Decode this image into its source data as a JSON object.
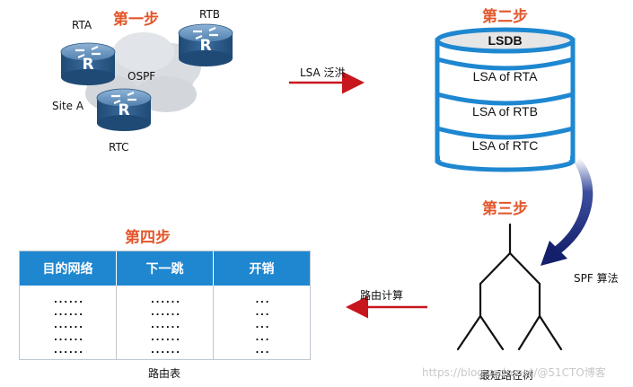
{
  "steps": {
    "step1": "第一步",
    "step2": "第二步",
    "step3": "第三步",
    "step4": "第四步"
  },
  "network": {
    "router_a": "RTA",
    "router_b": "RTB",
    "router_c": "RTC",
    "router_glyph": "R",
    "protocol": "OSPF",
    "site": "Site A"
  },
  "flow": {
    "flood_label": "LSA 泛洪",
    "spf_label": "SPF 算法",
    "route_calc_label": "路由计算"
  },
  "lsdb": {
    "title": "LSDB",
    "entries": [
      "LSA of RTA",
      "LSA of RTB",
      "LSA of RTC"
    ]
  },
  "tree": {
    "caption": "最短路径树"
  },
  "routing_table": {
    "headers": [
      "目的网络",
      "下一跳",
      "开销"
    ],
    "columns": [
      [
        "......",
        "......",
        "......",
        "......",
        "......"
      ],
      [
        "......",
        "......",
        "......",
        "......",
        "......"
      ],
      [
        "...",
        "...",
        "...",
        "...",
        "..."
      ]
    ],
    "caption": "路由表"
  },
  "watermark": "https://blog.csdn.net/@51CTO博客",
  "colors": {
    "step_text": "#e2572b",
    "arrow_red": "#c8161d",
    "db_blue": "#1e87d0",
    "table_header": "#1e87d0",
    "router_body": "#2f5f8f",
    "spf_arrow": "#1d2a78"
  },
  "icons": [
    "router-icon",
    "cloud-icon",
    "database-icon",
    "tree-icon"
  ]
}
